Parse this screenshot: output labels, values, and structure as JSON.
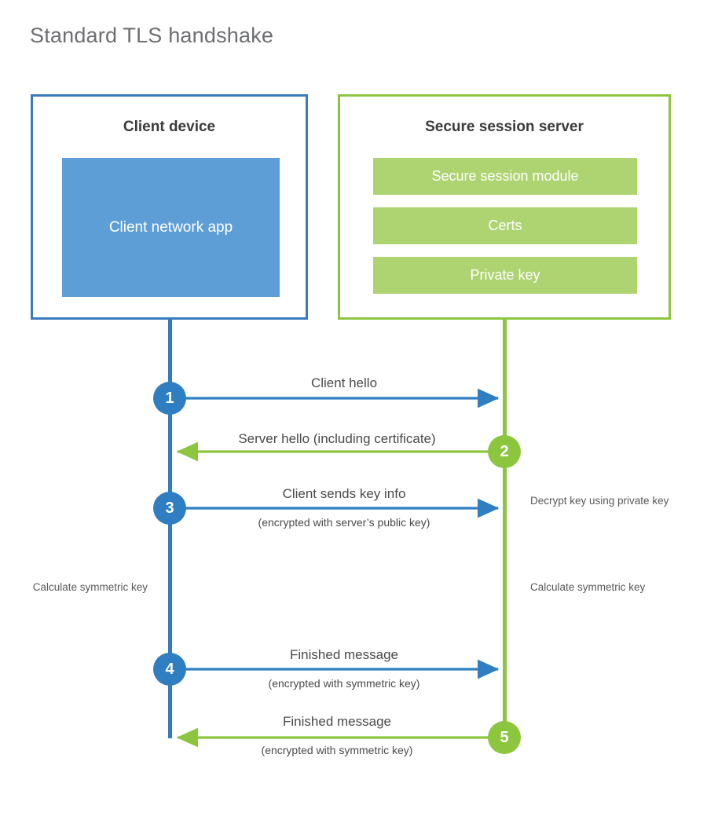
{
  "title": "Standard TLS handshake",
  "colors": {
    "client_border": "#3a7bbd",
    "client_fill": "#5e9ed6",
    "client_accent": "#2f7ec2",
    "server_border": "#8cc63f",
    "server_fill": "#aed472",
    "server_accent": "#8cc63f",
    "title_text": "#6d6e71",
    "body_text": "#4a4a4c",
    "background": "#ffffff"
  },
  "client": {
    "title": "Client device",
    "app_label": "Client network app"
  },
  "server": {
    "title": "Secure session server",
    "items": [
      {
        "label": "Secure session module"
      },
      {
        "label": "Certs"
      },
      {
        "label": "Private key"
      }
    ]
  },
  "steps": [
    {
      "number": "1",
      "label": "Client hello",
      "sublabel": "",
      "direction": "client-to-server",
      "color": "blue"
    },
    {
      "number": "2",
      "label": "Server hello (including certificate)",
      "sublabel": "",
      "direction": "server-to-client",
      "color": "green"
    },
    {
      "number": "3",
      "label": "Client sends key info",
      "sublabel": "(encrypted with server’s public key)",
      "direction": "client-to-server",
      "color": "blue"
    },
    {
      "number": "4",
      "label": "Finished message",
      "sublabel": "(encrypted with symmetric key)",
      "direction": "client-to-server",
      "color": "blue"
    },
    {
      "number": "5",
      "label": "Finished message",
      "sublabel": "(encrypted with symmetric key)",
      "direction": "server-to-client",
      "color": "green"
    }
  ],
  "annotations": {
    "server_decrypt": "Decrypt key using private key",
    "client_calculate": "Calculate symmetric key",
    "server_calculate": "Calculate symmetric key"
  }
}
